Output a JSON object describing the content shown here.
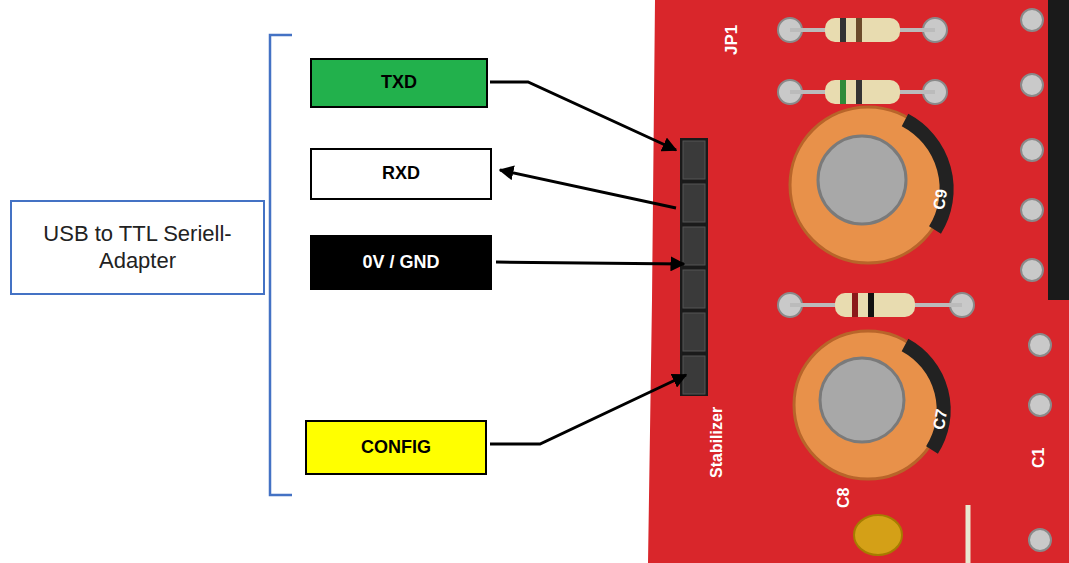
{
  "diagram": {
    "nodes": [
      {
        "text": [
          "USB to TTL Seriell-Adapter"
        ]
      },
      {
        "text": [
          "TXD"
        ]
      },
      {
        "text": [
          "RXD"
        ]
      },
      {
        "text": [
          "0V / GND"
        ]
      },
      {
        "text": [
          "CONFIG"
        ]
      }
    ],
    "labels": [
      "JP1",
      "C9",
      "C7",
      "C8",
      "C1",
      "Stabilizer"
    ]
  }
}
